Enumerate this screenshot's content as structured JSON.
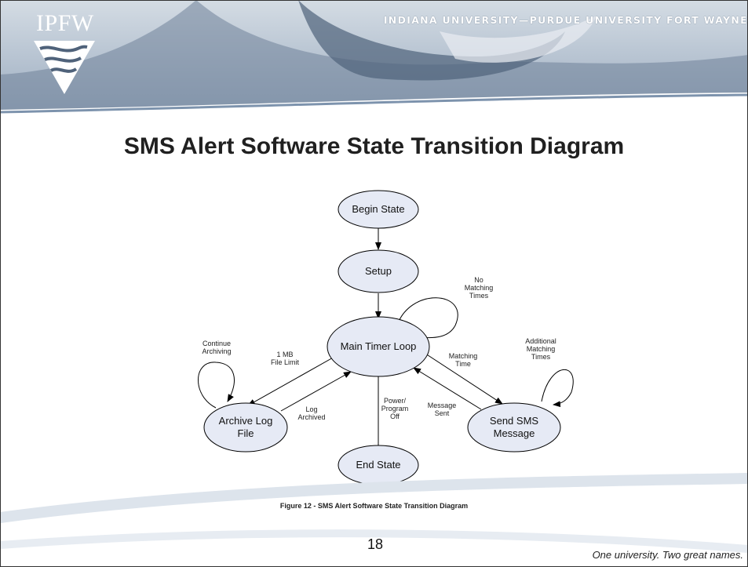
{
  "header": {
    "university_name": "INDIANA UNIVERSITY—PURDUE UNIVERSITY FORT WAYNE",
    "logo_text": "IPFW"
  },
  "slide": {
    "title": "SMS Alert Software State Transition Diagram",
    "caption": "Figure 12 - SMS Alert Software State Transition Diagram",
    "page_number": "18",
    "tagline": "One university.  Two great names."
  },
  "diagram": {
    "nodes": {
      "begin": {
        "label": "Begin State"
      },
      "setup": {
        "label": "Setup"
      },
      "main": {
        "label": "Main Timer Loop"
      },
      "archive": {
        "label_line1": "Archive Log",
        "label_line2": "File"
      },
      "sms": {
        "label_line1": "Send SMS",
        "label_line2": "Message"
      },
      "end": {
        "label": "End State"
      }
    },
    "edge_labels": {
      "no_matching": {
        "l1": "No",
        "l2": "Matching",
        "l3": "Times"
      },
      "continue_archiving": {
        "l1": "Continue",
        "l2": "Archiving"
      },
      "file_limit": {
        "l1": "1 MB",
        "l2": "File Limit"
      },
      "log_archived": {
        "l1": "Log",
        "l2": "Archived"
      },
      "power_off": {
        "l1": "Power/",
        "l2": "Program",
        "l3": "Off"
      },
      "message_sent": {
        "l1": "Message",
        "l2": "Sent"
      },
      "matching_time": {
        "l1": "Matching",
        "l2": "Time"
      },
      "additional_matching": {
        "l1": "Additional",
        "l2": "Matching",
        "l3": "Times"
      }
    }
  },
  "colors": {
    "node_fill": "#e6eaf5",
    "node_stroke": "#000000",
    "banner": "#9fb0c2"
  }
}
